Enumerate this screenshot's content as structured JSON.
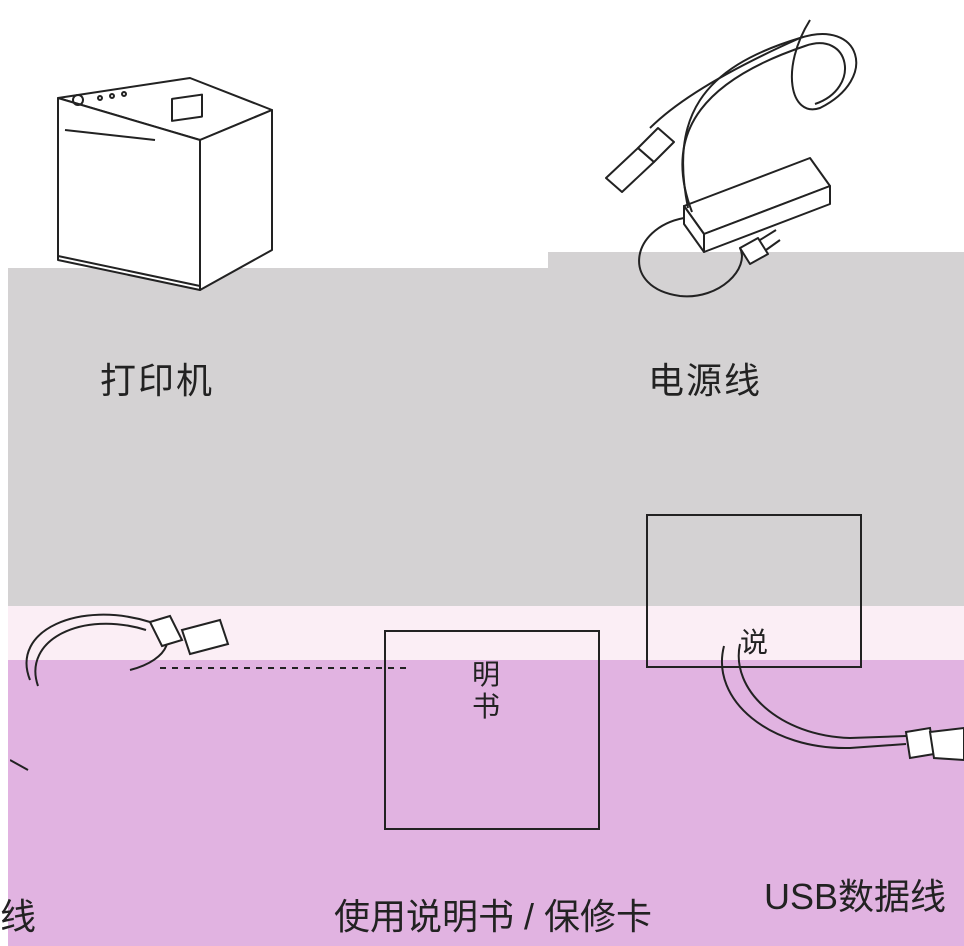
{
  "items": {
    "printer": {
      "label": "打印机"
    },
    "power_cable": {
      "label": "电源线"
    },
    "manual": {
      "label": "使用说明书 / 保修卡",
      "box_chars": [
        "说",
        "明",
        "书"
      ]
    },
    "usb_cable": {
      "label": "USB数据线",
      "left_label_fragment": "线"
    }
  },
  "colors": {
    "gray_band": "#d4d2d3",
    "pink_band": "#fbeef5",
    "purple_band": "#e1b3e1",
    "line": "#222222"
  },
  "icons": [
    "printer-icon",
    "power-adapter-icon",
    "usb-cable-icon",
    "manual-icon"
  ]
}
